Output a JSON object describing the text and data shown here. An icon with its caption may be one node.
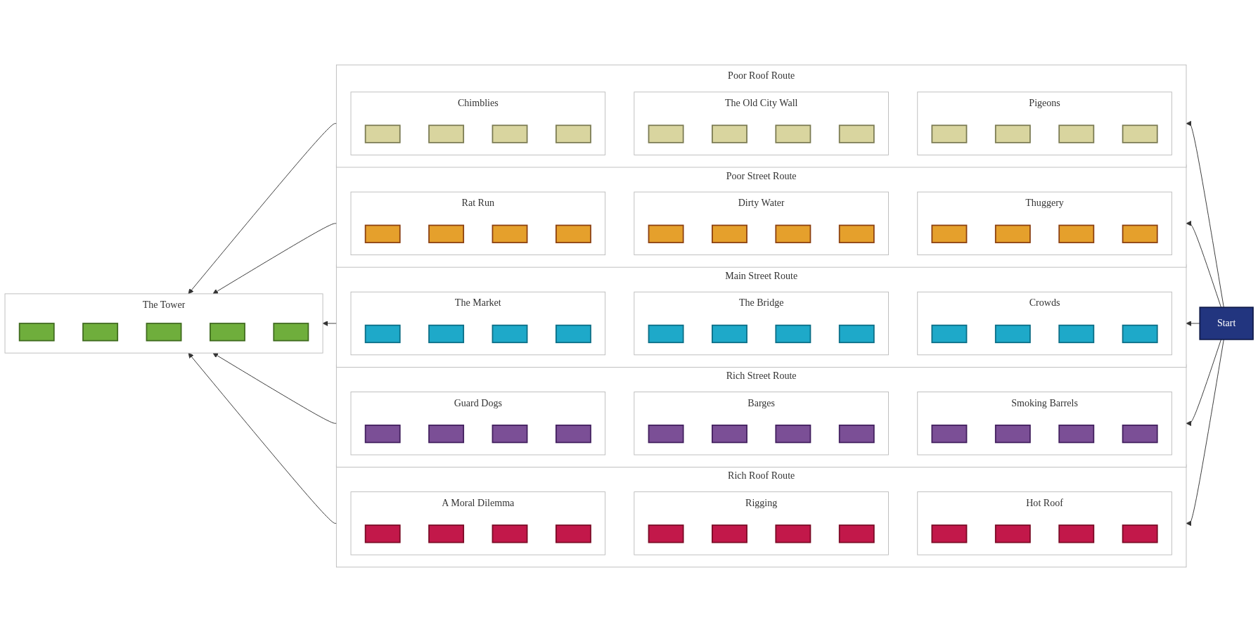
{
  "diagram": {
    "nodes": [
      {
        "text": [
          "Poor Roof Route"
        ]
      },
      {
        "text": [
          "Chimblies"
        ],
        "in": 0
      },
      {
        "text": [],
        "shape": "box",
        "in": 1
      },
      {
        "text": [],
        "shape": "box",
        "in": 1
      },
      {
        "text": [],
        "shape": "box",
        "in": 1
      },
      {
        "text": [],
        "shape": "box",
        "in": 1
      },
      {
        "text": [
          "The Old City Wall"
        ],
        "in": 0
      },
      {
        "text": [],
        "shape": "box",
        "in": 6
      },
      {
        "text": [],
        "shape": "box",
        "in": 6
      },
      {
        "text": [],
        "shape": "box",
        "in": 6
      },
      {
        "text": [],
        "shape": "box",
        "in": 6
      },
      {
        "text": [
          "Pigeons"
        ],
        "in": 0
      },
      {
        "text": [],
        "shape": "box",
        "in": 11
      },
      {
        "text": [],
        "shape": "box",
        "in": 11
      },
      {
        "text": [],
        "shape": "box",
        "in": 11
      },
      {
        "text": [],
        "shape": "box",
        "in": 11
      },
      {
        "text": [
          "Poor Street Route"
        ]
      },
      {
        "text": [
          "Rat Run"
        ],
        "in": 16
      },
      {
        "text": [],
        "shape": "box",
        "in": 17
      },
      {
        "text": [],
        "shape": "box",
        "in": 17
      },
      {
        "text": [],
        "shape": "box",
        "in": 17
      },
      {
        "text": [],
        "shape": "box",
        "in": 17
      },
      {
        "text": [
          "Dirty Water"
        ],
        "in": 16
      },
      {
        "text": [],
        "shape": "box",
        "in": 22
      },
      {
        "text": [],
        "shape": "box",
        "in": 22
      },
      {
        "text": [],
        "shape": "box",
        "in": 22
      },
      {
        "text": [],
        "shape": "box",
        "in": 22
      },
      {
        "text": [
          "Thuggery"
        ],
        "in": 16
      },
      {
        "text": [],
        "shape": "box",
        "in": 27
      },
      {
        "text": [],
        "shape": "box",
        "in": 27
      },
      {
        "text": [],
        "shape": "box",
        "in": 27
      },
      {
        "text": [],
        "shape": "box",
        "in": 27
      },
      {
        "text": [
          "Main Street Route"
        ]
      },
      {
        "text": [
          "The Market"
        ],
        "in": 32
      },
      {
        "text": [],
        "shape": "box",
        "in": 33
      },
      {
        "text": [],
        "shape": "box",
        "in": 33
      },
      {
        "text": [],
        "shape": "box",
        "in": 33
      },
      {
        "text": [],
        "shape": "box",
        "in": 33
      },
      {
        "text": [
          "The Bridge"
        ],
        "in": 32
      },
      {
        "text": [],
        "shape": "box",
        "in": 38
      },
      {
        "text": [],
        "shape": "box",
        "in": 38
      },
      {
        "text": [],
        "shape": "box",
        "in": 38
      },
      {
        "text": [],
        "shape": "box",
        "in": 38
      },
      {
        "text": [
          "Crowds"
        ],
        "in": 32
      },
      {
        "text": [],
        "shape": "box",
        "in": 43
      },
      {
        "text": [],
        "shape": "box",
        "in": 43
      },
      {
        "text": [],
        "shape": "box",
        "in": 43
      },
      {
        "text": [],
        "shape": "box",
        "in": 43
      },
      {
        "text": [
          "Rich Street Route"
        ]
      },
      {
        "text": [
          "Guard Dogs"
        ],
        "in": 48
      },
      {
        "text": [],
        "shape": "box",
        "in": 49
      },
      {
        "text": [],
        "shape": "box",
        "in": 49
      },
      {
        "text": [],
        "shape": "box",
        "in": 49
      },
      {
        "text": [],
        "shape": "box",
        "in": 49
      },
      {
        "text": [
          "Barges"
        ],
        "in": 48
      },
      {
        "text": [],
        "shape": "box",
        "in": 54
      },
      {
        "text": [],
        "shape": "box",
        "in": 54
      },
      {
        "text": [],
        "shape": "box",
        "in": 54
      },
      {
        "text": [],
        "shape": "box",
        "in": 54
      },
      {
        "text": [
          "Smoking Barrels"
        ],
        "in": 48
      },
      {
        "text": [],
        "shape": "box",
        "in": 59
      },
      {
        "text": [],
        "shape": "box",
        "in": 59
      },
      {
        "text": [],
        "shape": "box",
        "in": 59
      },
      {
        "text": [],
        "shape": "box",
        "in": 59
      },
      {
        "text": [
          "Rich Roof Route"
        ]
      },
      {
        "text": [
          "A Moral Dilemma"
        ],
        "in": 64
      },
      {
        "text": [],
        "shape": "box",
        "in": 65
      },
      {
        "text": [],
        "shape": "box",
        "in": 65
      },
      {
        "text": [],
        "shape": "box",
        "in": 65
      },
      {
        "text": [],
        "shape": "box",
        "in": 65
      },
      {
        "text": [
          "Rigging"
        ],
        "in": 64
      },
      {
        "text": [],
        "shape": "box",
        "in": 70
      },
      {
        "text": [],
        "shape": "box",
        "in": 70
      },
      {
        "text": [],
        "shape": "box",
        "in": 70
      },
      {
        "text": [],
        "shape": "box",
        "in": 70
      },
      {
        "text": [
          "Hot Roof"
        ],
        "in": 64
      },
      {
        "text": [],
        "shape": "box",
        "in": 75
      },
      {
        "text": [],
        "shape": "box",
        "in": 75
      },
      {
        "text": [],
        "shape": "box",
        "in": 75
      },
      {
        "text": [],
        "shape": "box",
        "in": 75
      },
      {
        "text": [
          "The Tower"
        ]
      },
      {
        "text": [],
        "shape": "box",
        "in": 80
      },
      {
        "text": [],
        "shape": "box",
        "in": 80
      },
      {
        "text": [],
        "shape": "box",
        "in": 80
      },
      {
        "text": [],
        "shape": "box",
        "in": 80
      },
      {
        "text": [],
        "shape": "box",
        "in": 80
      },
      {
        "text": [
          "Start"
        ]
      }
    ],
    "edges": [
      {
        "from": 86,
        "to": 0,
        "arrow": "to"
      },
      {
        "from": 86,
        "to": 16,
        "arrow": "to"
      },
      {
        "from": 86,
        "to": 32,
        "arrow": "to"
      },
      {
        "from": 86,
        "to": 48,
        "arrow": "to"
      },
      {
        "from": 86,
        "to": 64,
        "arrow": "to"
      },
      {
        "from": 0,
        "to": 80,
        "arrow": "to"
      },
      {
        "from": 16,
        "to": 80,
        "arrow": "to"
      },
      {
        "from": 32,
        "to": 80,
        "arrow": "to"
      },
      {
        "from": 48,
        "to": 80,
        "arrow": "to"
      },
      {
        "from": 64,
        "to": 80,
        "arrow": "to"
      }
    ]
  }
}
